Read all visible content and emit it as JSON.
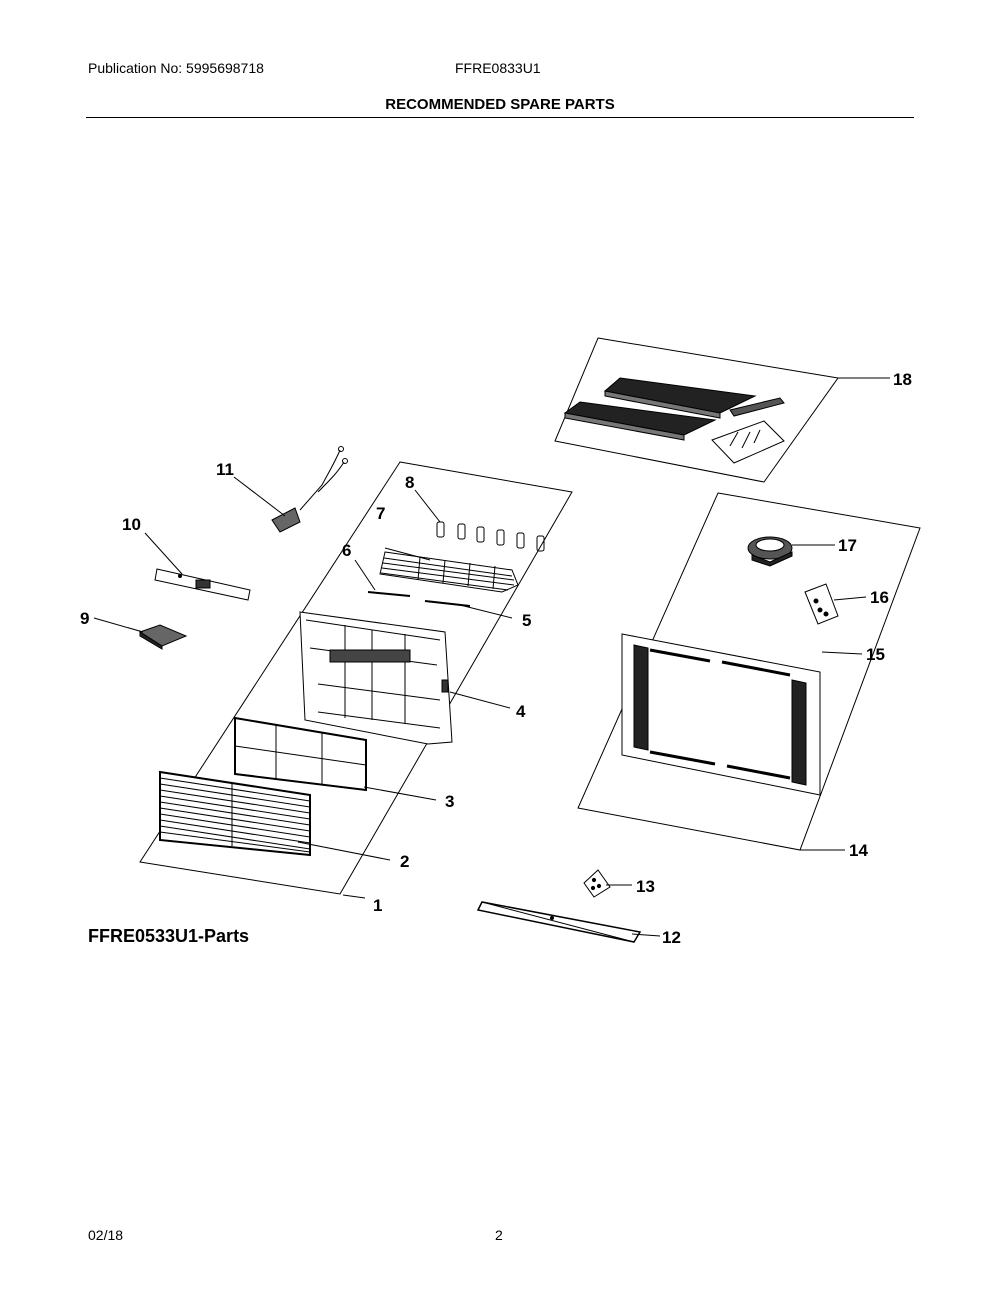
{
  "header": {
    "publication": "Publication No: 5995698718",
    "model": "FFRE0833U1",
    "title": "RECOMMENDED SPARE PARTS"
  },
  "diagram": {
    "caption": "FFRE0533U1-Parts",
    "callouts": [
      "1",
      "2",
      "3",
      "4",
      "5",
      "6",
      "7",
      "8",
      "9",
      "10",
      "11",
      "12",
      "13",
      "14",
      "15",
      "16",
      "17",
      "18"
    ]
  },
  "footer": {
    "date": "02/18",
    "page": "2"
  }
}
